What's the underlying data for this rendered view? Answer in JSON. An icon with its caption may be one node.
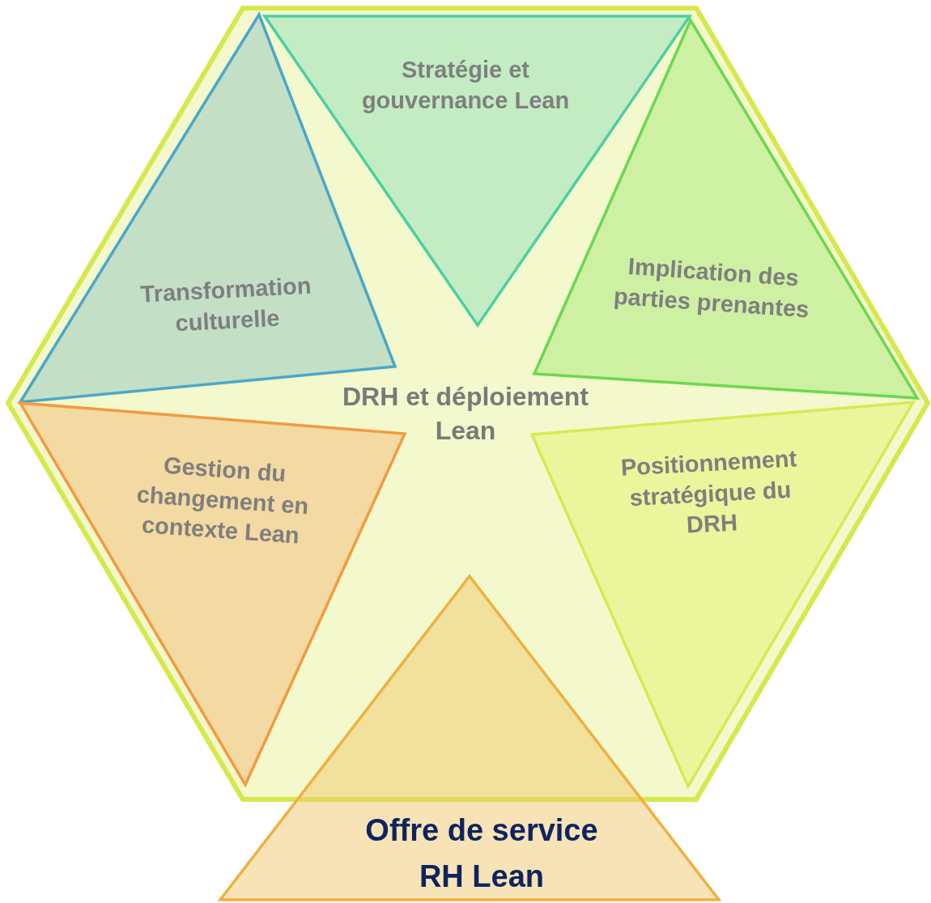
{
  "diagram": {
    "nodes": [
      {
        "text": [
          "DRH et déploiement Lean"
        ]
      },
      {
        "text": [
          "Stratégie et gouvernance Lean"
        ],
        "in": 0
      },
      {
        "text": [
          "Transformation culturelle"
        ],
        "in": 0
      },
      {
        "text": [
          "Implication des parties prenantes"
        ],
        "in": 0
      },
      {
        "text": [
          "Gestion du changement en contexte Lean"
        ],
        "in": 0
      },
      {
        "text": [
          "Positionnement stratégique du DRH"
        ],
        "in": 0
      },
      {
        "text": [
          "Offre de service RH Lean"
        ]
      }
    ],
    "edges": []
  }
}
